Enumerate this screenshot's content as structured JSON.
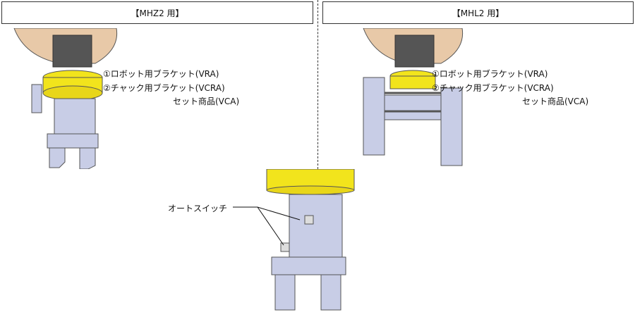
{
  "left_panel": {
    "title": "【MHZ2 用】",
    "label_1": "①ロボット用ブラケット(VRA)",
    "label_2": "②チャック用ブラケット(VCRA)",
    "label_3": "セット商品(VCA)"
  },
  "right_panel": {
    "title": "【MHL2 用】",
    "label_1": "①ロボット用ブラケット(VRA)",
    "label_2": "②チャック用ブラケット(VCRA)",
    "label_3": "セット商品(VCA)"
  },
  "bottom_panel": {
    "label": "オートスイッチ"
  },
  "colors": {
    "bracket": "#f2e41c",
    "robot": "#e8c9a8",
    "gripper": "#c8cde6"
  }
}
